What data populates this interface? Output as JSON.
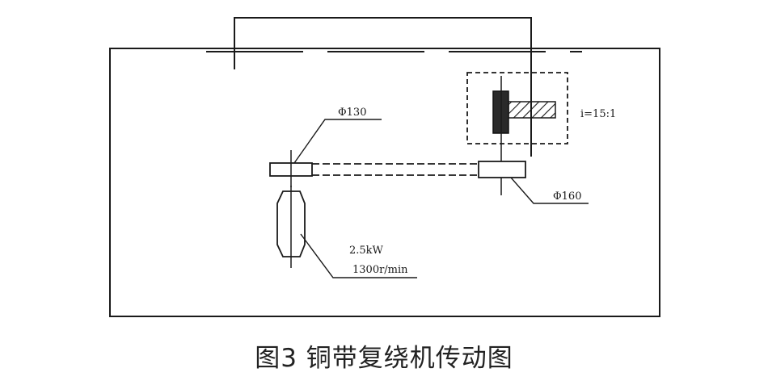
{
  "labels": {
    "pulley_small_diameter": "Φ130",
    "pulley_large_diameter": "Φ160",
    "gear_ratio": "i=15:1",
    "motor_power": "2.5kW",
    "motor_speed": "1300r/min"
  },
  "caption": "图3 铜带复绕机传动图"
}
